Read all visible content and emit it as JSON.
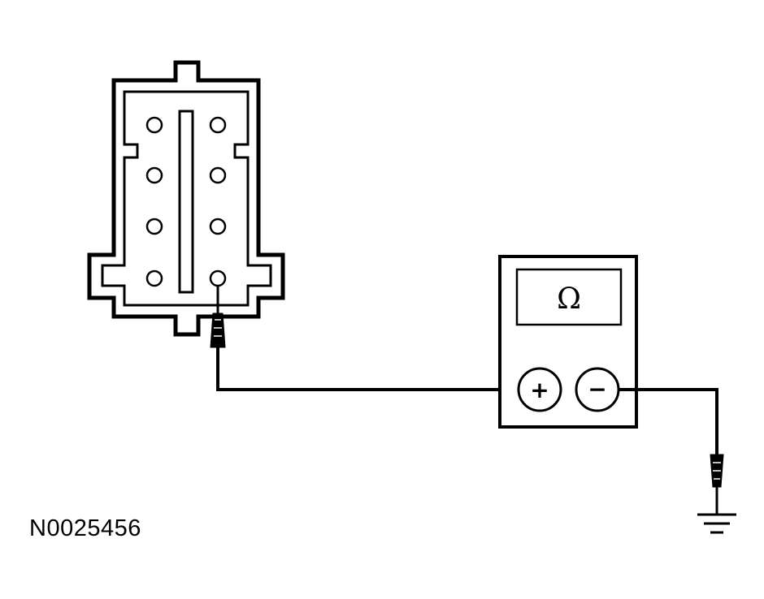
{
  "figure": {
    "reference_code": "N0025456"
  },
  "meter": {
    "display_symbol": "Ω",
    "positive_symbol": "+",
    "negative_symbol": "−"
  },
  "connector": {
    "pin_rows": 4,
    "pin_columns": 2,
    "probed_pin": {
      "row": 4,
      "column": 2
    }
  },
  "colors": {
    "line": "#000000",
    "background": "#ffffff"
  },
  "icons": {
    "connector": "connector-icon",
    "probe": "probe-tip-icon",
    "ground": "ground-symbol-icon",
    "meter": "ohmmeter-icon"
  }
}
